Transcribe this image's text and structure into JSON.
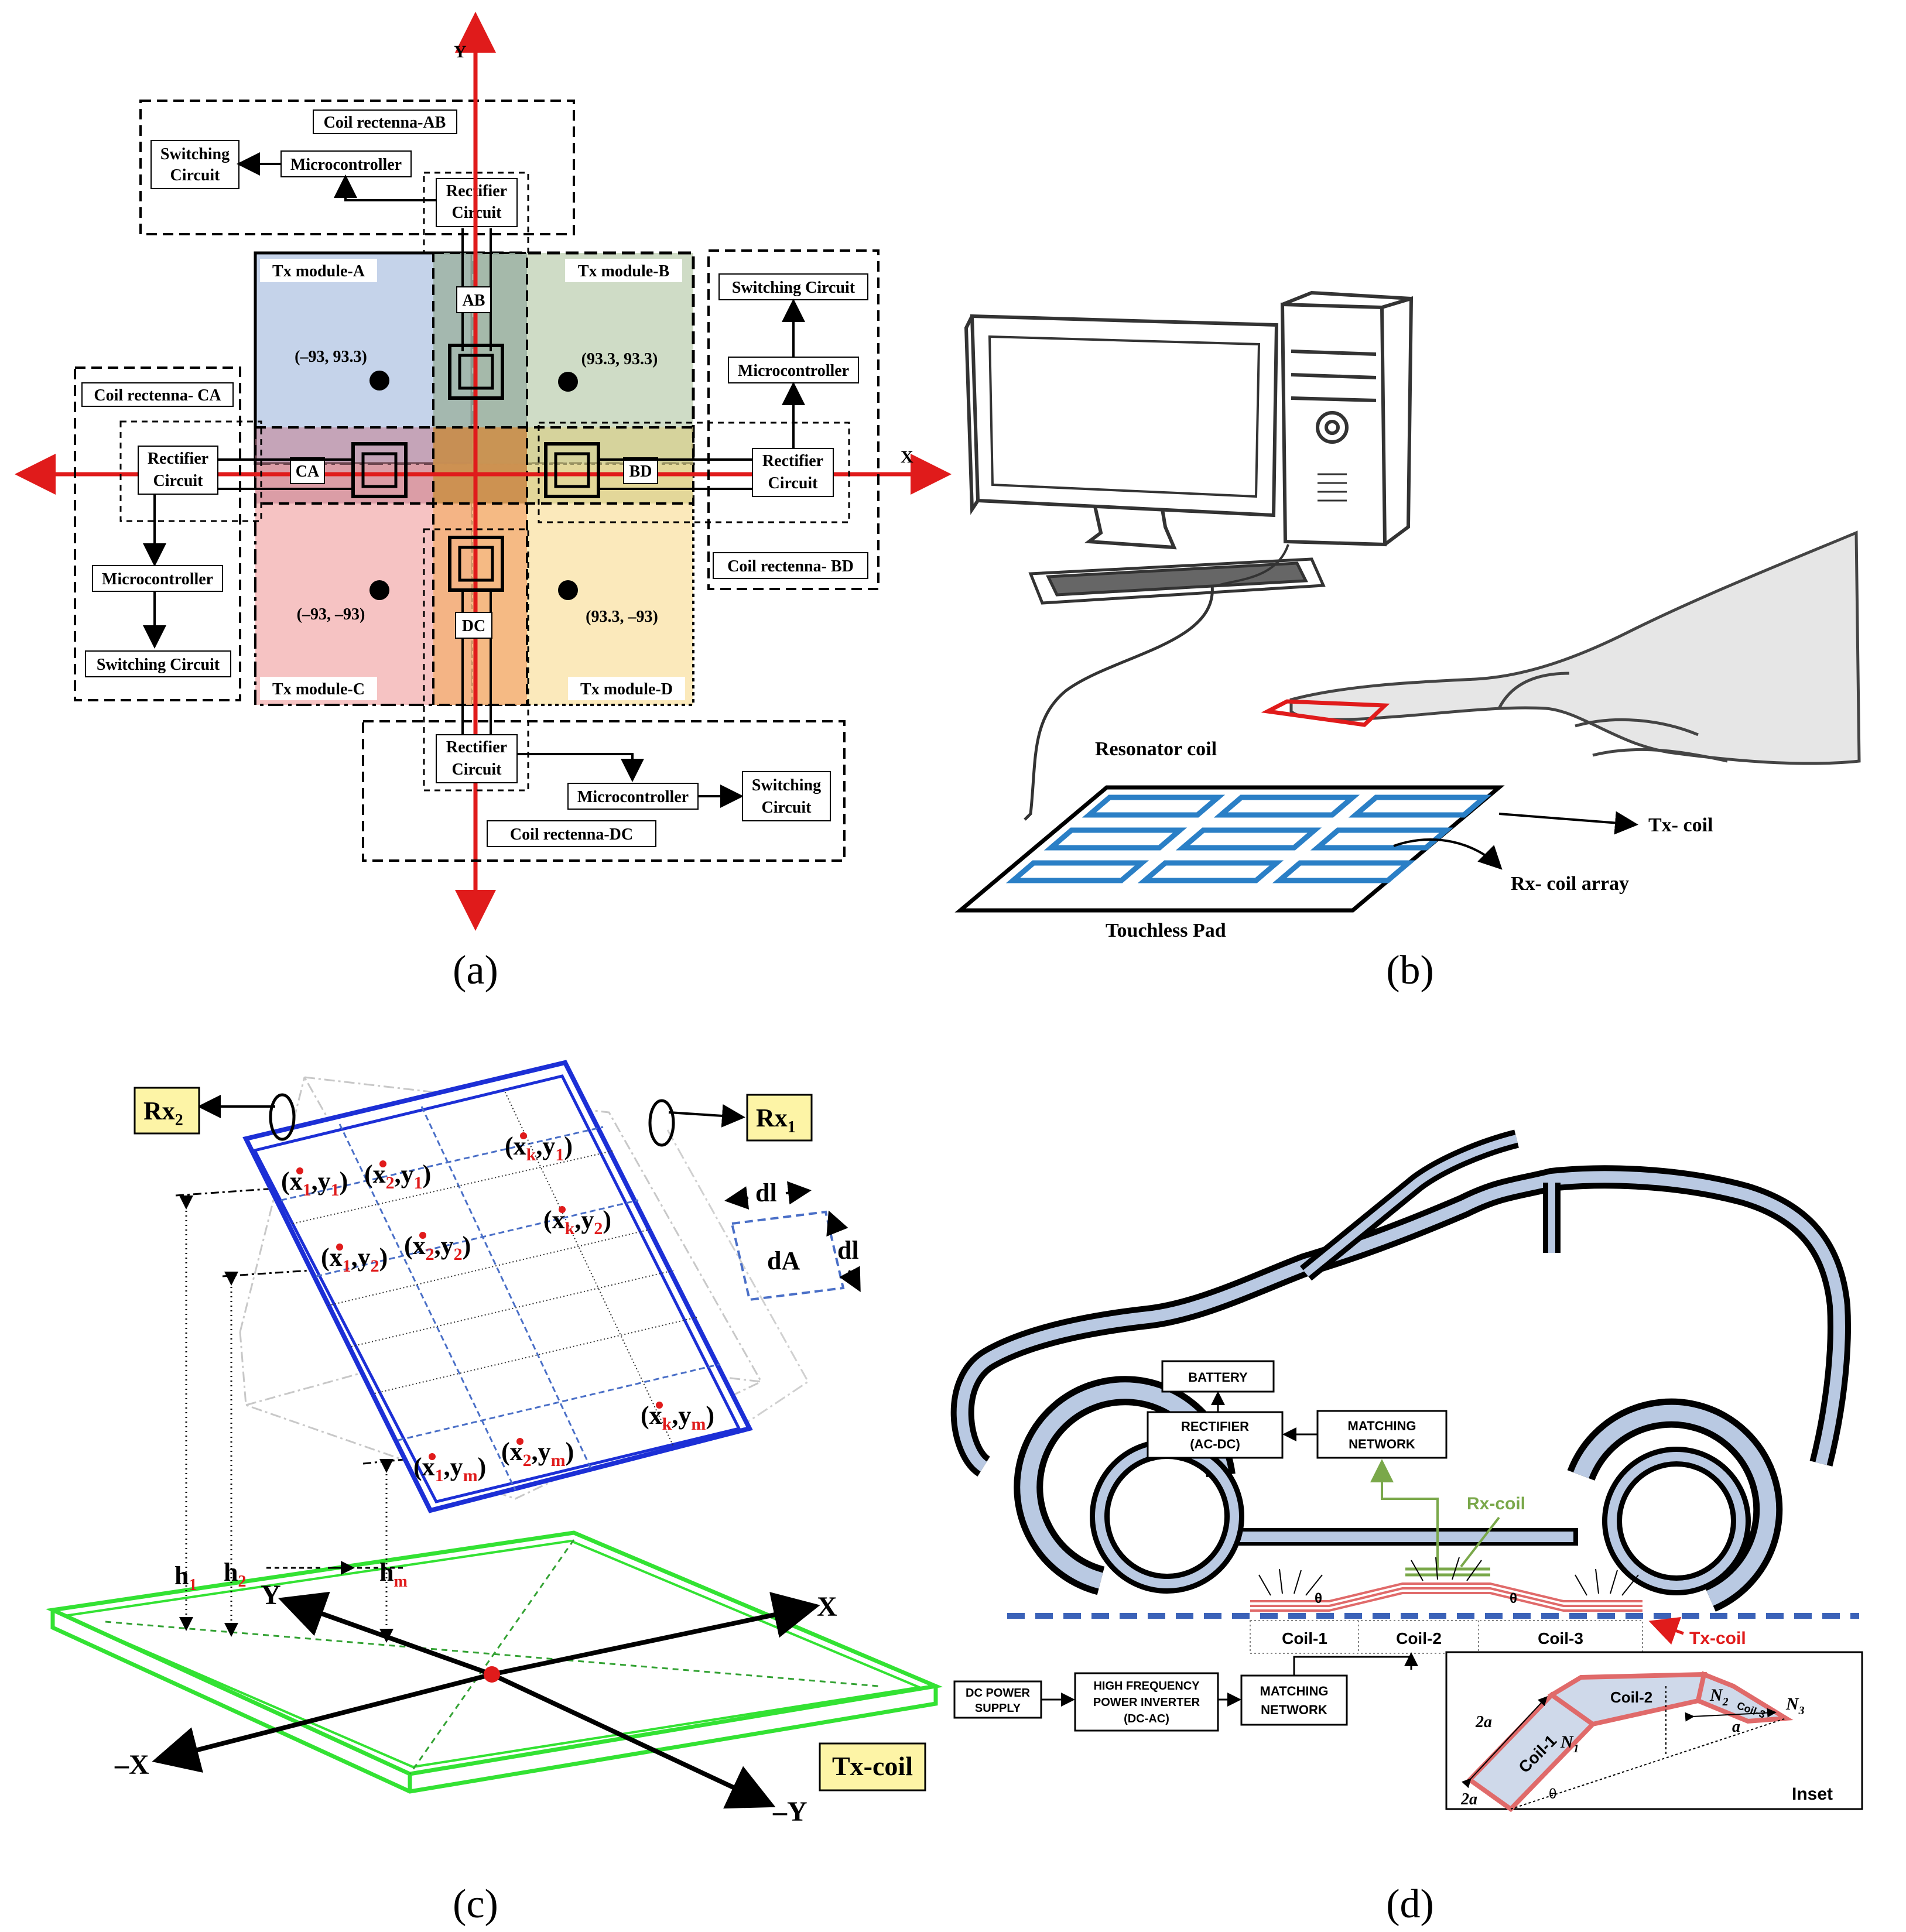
{
  "captions": {
    "a": "(a)",
    "b": "(b)",
    "c": "(c)",
    "d": "(d)"
  },
  "panel_a": {
    "axis_y": "Y",
    "axis_x": "X",
    "rect_ab": {
      "title": "Coil rectenna-AB",
      "switching": [
        "Switching",
        "Circuit"
      ],
      "micro": "Microcontroller",
      "rectifier": [
        "Rectifier",
        "Circuit"
      ]
    },
    "rect_ca": {
      "title": "Coil rectenna- CA",
      "rectifier": [
        "Rectifier",
        "Circuit"
      ],
      "micro": "Microcontroller",
      "switching": "Switching Circuit"
    },
    "rect_bd": {
      "title": "Coil rectenna- BD",
      "switching": "Switching Circuit",
      "micro": "Microcontroller",
      "rectifier": [
        "Rectifier",
        "Circuit"
      ]
    },
    "rect_dc": {
      "title": "Coil rectenna-DC",
      "rectifier": [
        "Rectifier",
        "Circuit"
      ],
      "micro": "Microcontroller",
      "switching": [
        "Switching",
        "Circuit"
      ]
    },
    "modules": {
      "a": "Tx module-A",
      "b": "Tx module-B",
      "c": "Tx module-C",
      "d": "Tx module-D"
    },
    "coords": {
      "a": "(–93, 93.3)",
      "b": "(93.3, 93.3)",
      "c": "(–93, –93)",
      "d": "(93.3, –93)"
    },
    "coil_labels": {
      "ab": "AB",
      "ca": "CA",
      "bd": "BD",
      "dc": "DC"
    },
    "colors": {
      "module_a": "#c5d3ea",
      "module_b": "#cfdcc6",
      "module_c": "#f6c3c3",
      "module_d": "#fbe9bb",
      "axis": "#e01b1b"
    }
  },
  "panel_b": {
    "resonator": "Resonator coil",
    "tx": "Tx- coil",
    "rx": "Rx- coil array",
    "pad": "Touchless Pad"
  },
  "panel_c": {
    "rx1": "Rx",
    "rx1_sub": "1",
    "rx2": "Rx",
    "rx2_sub": "2",
    "tx": "Tx-coil",
    "dl": "dl",
    "dA": "dA",
    "h1": "h",
    "h1_sub": "1",
    "h2": "h",
    "h2_sub": "2",
    "hm": "h",
    "hm_sub": "m",
    "x_pos": "X",
    "x_neg": "–X",
    "y_pos": "Y",
    "y_neg": "–Y",
    "cells": [
      {
        "x": "1",
        "y": "1"
      },
      {
        "x": "2",
        "y": "1"
      },
      {
        "x": "k",
        "y": "1"
      },
      {
        "x": "1",
        "y": "2"
      },
      {
        "x": "2",
        "y": "2"
      },
      {
        "x": "k",
        "y": "2"
      },
      {
        "x": "1",
        "y": "m"
      },
      {
        "x": "2",
        "y": "m"
      },
      {
        "x": "k",
        "y": "m"
      }
    ]
  },
  "panel_d": {
    "battery": "BATTERY",
    "rectifier": [
      "RECTIFIER",
      "(AC-DC)"
    ],
    "matching_top": [
      "MATCHING",
      "NETWORK"
    ],
    "rx_coil": "Rx-coil",
    "coil1": "Coil-1",
    "coil2": "Coil-2",
    "coil3": "Coil-3",
    "tx_coil": "Tx-coil",
    "theta": "θ",
    "dc_supply": [
      "DC POWER",
      "SUPPLY"
    ],
    "inverter": [
      "HIGH FREQUENCY",
      "POWER INVERTER",
      "(DC-AC)"
    ],
    "matching_bottom": [
      "MATCHING",
      "NETWORK"
    ],
    "inset": {
      "label": "Inset",
      "coil1": "Coil-1",
      "coil2": "Coil-2",
      "coil3": "Coil-3",
      "n1": "N",
      "n1_sub": "1",
      "n2": "N",
      "n2_sub": "2",
      "n3": "N",
      "n3_sub": "3",
      "two_a": "2a",
      "two_a_bottom": "2a",
      "a": "a",
      "theta": "θ"
    }
  }
}
